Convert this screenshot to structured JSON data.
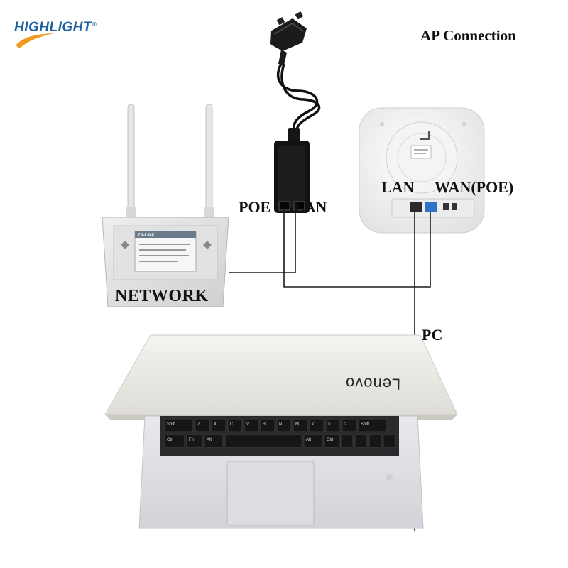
{
  "brand": {
    "logo_text": "HIGHLIGHT",
    "logo_mark": "®",
    "logo_color": "#1f5f9e",
    "swoosh_color": "#f29a1f"
  },
  "diagram": {
    "title": "AP Connection",
    "labels": {
      "poe": "POE",
      "lan": "LAN",
      "ap_lan": "LAN",
      "ap_wan": "WAN(POE)",
      "network": "NETWORK",
      "pc": "PC"
    },
    "router_brand": "TP-LINK",
    "laptop_brand": "Lenovo",
    "keyboard_top_row": [
      "Shift",
      "Z",
      "X",
      "C",
      "V",
      "B",
      "N",
      "M",
      "<",
      ">",
      "?",
      "Shift"
    ],
    "keyboard_bottom_row": [
      "Ctrl",
      "Fn",
      "Alt",
      "Alt",
      "Ctrl"
    ]
  }
}
